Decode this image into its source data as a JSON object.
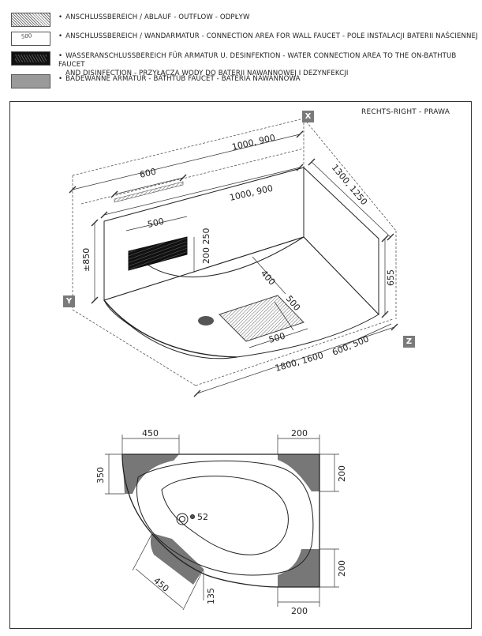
{
  "legend": [
    {
      "swatch": "hatched",
      "text": "ANSCHLUSSBEREICH / ABLAUF - OUTFLOW - ODPŁYW"
    },
    {
      "swatch": "faucet",
      "swatch_label": "500",
      "text": "ANSCHLUSSBEREICH / WANDARMATUR - CONNECTION AREA FOR WALL FAUCET - POLE INSTALACJI BATERII NAŚCIENNEJ"
    },
    {
      "swatch": "black",
      "text": "WASSERANSCHLUSSBEREICH FÜR ARMATUR U. DESINFEKTION - WATER CONNECTION AREA TO THE ON-BATHTUB FAUCET",
      "text2": "AND DISINFECTION - PRZYŁĄCZA WODY DO BATERII NAWANNOWEJ I DEZYNFEKCJI"
    },
    {
      "swatch": "grey",
      "text": "BADEWANNE ARMATUR  - BATHTUB FAUCET - BATERIA  NAWANNOWA"
    }
  ],
  "bullet": "•",
  "side_label": "RECHTS-RIGHT - PRAWA",
  "axes": {
    "x": "X",
    "y": "Y",
    "z": "Z"
  },
  "iso_dims": {
    "width_top": "1000, 900",
    "width_inner": "1000, 900",
    "faucet_len": "600",
    "depth_right": "1300, 1250",
    "height_left": "±850",
    "connect_w": "500",
    "connect_h": "200 250",
    "height_right": "655",
    "drain_a": "400",
    "drain_b": "500",
    "drain_c": "500",
    "front_short": "600, 500",
    "length_front": "1800, 1600"
  },
  "plan_dims": {
    "top_left": "450",
    "top_right": "200",
    "left_side": "350",
    "right_top": "200",
    "right_bottom": "200",
    "bottom_right": "200",
    "diag_450": "450",
    "diag_135": "135",
    "drain": "52"
  }
}
